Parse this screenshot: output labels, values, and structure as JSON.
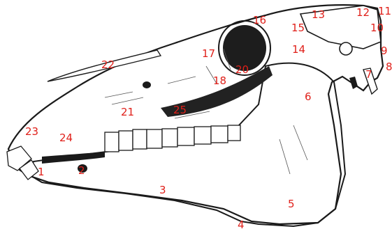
{
  "labels": [
    "1",
    "2",
    "3",
    "4",
    "5",
    "6",
    "7",
    "8",
    "9",
    "10",
    "11",
    "12",
    "13",
    "14",
    "15",
    "16",
    "17",
    "18",
    "20",
    "21",
    "22",
    "23",
    "24",
    "25"
  ],
  "colors": {
    "label": "#e0201a",
    "ink": "#1a1a1a",
    "fill": "#ffffff"
  }
}
